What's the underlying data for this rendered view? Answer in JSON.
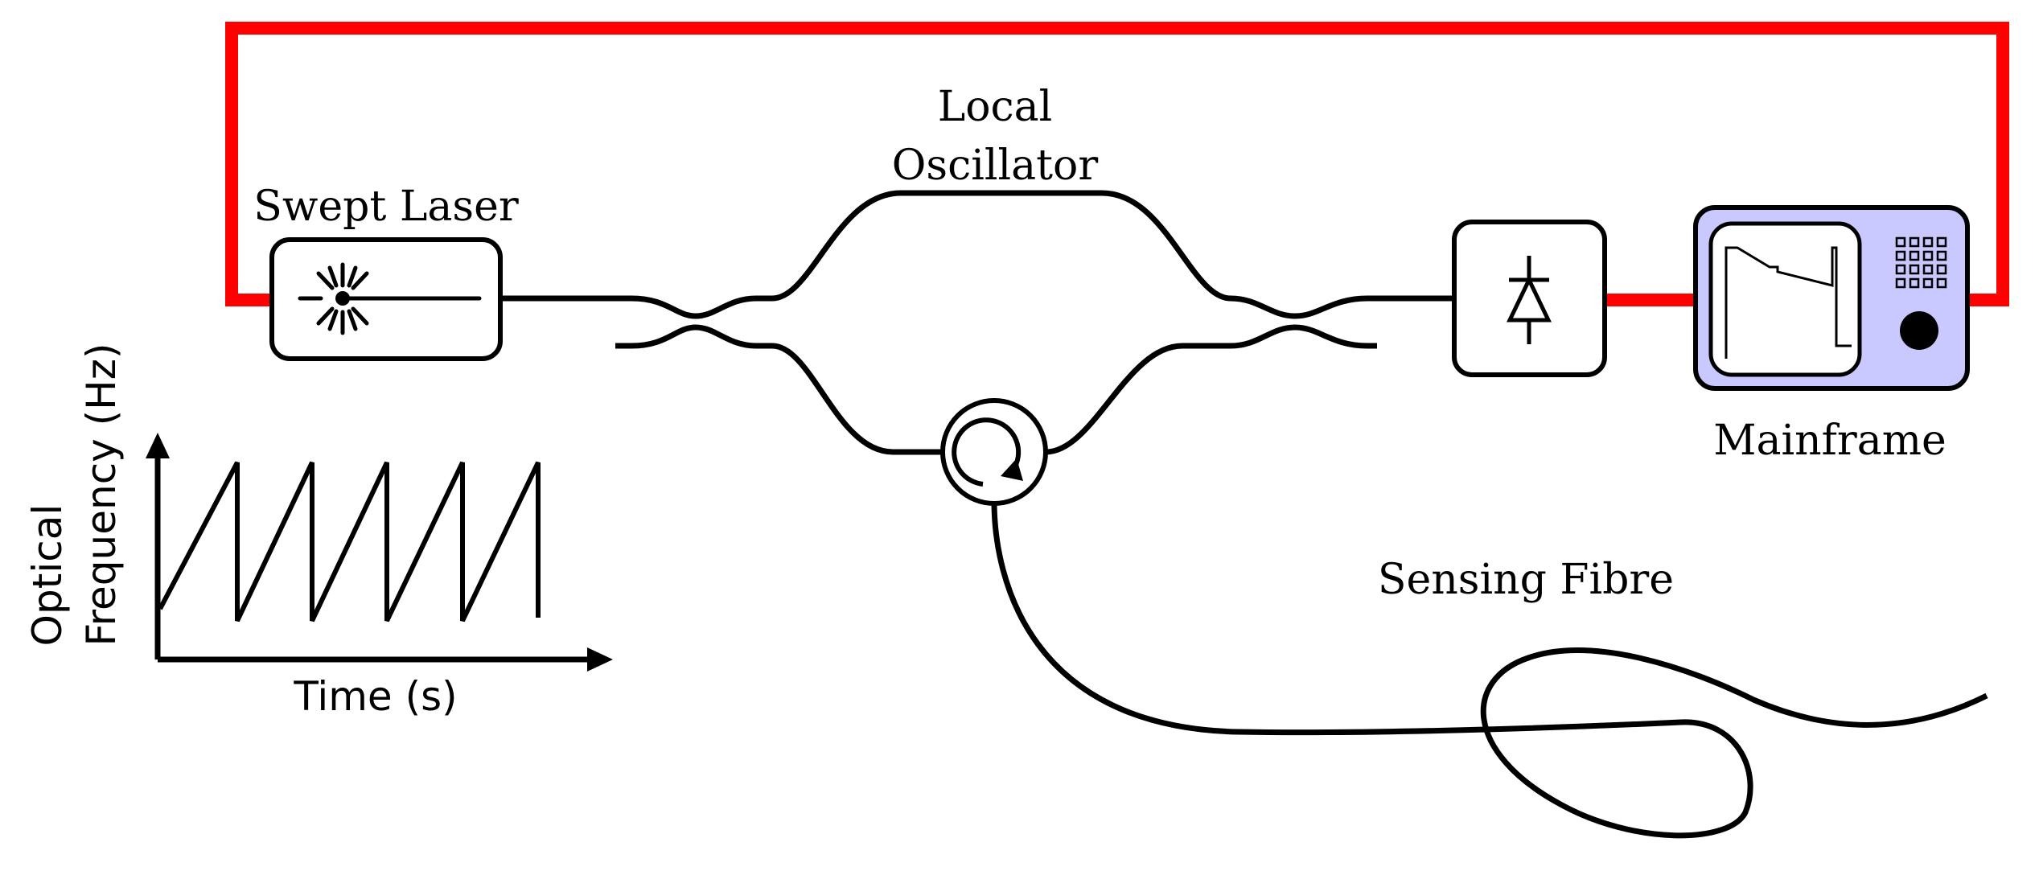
{
  "labels": {
    "swept_laser": "Swept Laser",
    "local_oscillator_line1": "Local",
    "local_oscillator_line2": "Oscillator",
    "mainframe": "Mainframe",
    "sensing_fibre": "Sensing Fibre"
  },
  "sweep_plot": {
    "xlabel": "Time (s)",
    "ylabel_line1": "Optical",
    "ylabel_line2": "Frequency (Hz)"
  },
  "colors": {
    "electrical_line": "#ff0000",
    "optical_line": "#000000",
    "mainframe_fill": "#c9c8ff",
    "screen_fill": "#ffffff"
  },
  "icons": {
    "laser": "laser-star-icon",
    "circulator": "circulator-icon",
    "photodiode": "photodiode-icon",
    "mainframe_screen": "oscilloscope-trace-icon",
    "keypad": "keypad-icon",
    "knob": "knob-icon"
  }
}
